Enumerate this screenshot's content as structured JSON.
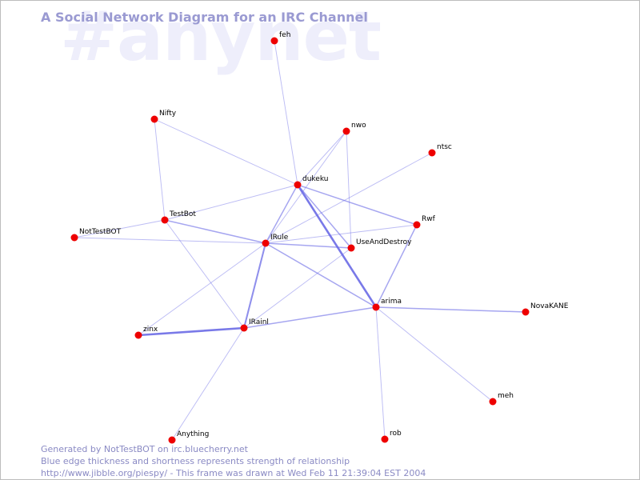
{
  "header": {
    "watermark": "#anynet",
    "title": "A Social Network Diagram for an IRC Channel"
  },
  "colors": {
    "edge": "#6a6ae6",
    "node": "#ee0000",
    "title": "#9a9ad2",
    "watermark": "#eeeefb",
    "footer": "#8a8ac4"
  },
  "graph": {
    "nodes": [
      {
        "id": "feh",
        "label": "feh"
      },
      {
        "id": "Nifty",
        "label": "Nifty"
      },
      {
        "id": "nwo",
        "label": "nwo"
      },
      {
        "id": "ntsc",
        "label": "ntsc"
      },
      {
        "id": "dukeku",
        "label": "dukeku"
      },
      {
        "id": "TestBot",
        "label": "TestBot"
      },
      {
        "id": "Rwf",
        "label": "Rwf"
      },
      {
        "id": "NotTestBOT",
        "label": "NotTestBOT"
      },
      {
        "id": "IRule",
        "label": "IRule"
      },
      {
        "id": "UseAndDestroy",
        "label": "UseAndDestroy"
      },
      {
        "id": "arima",
        "label": "arima"
      },
      {
        "id": "NovaKANE",
        "label": "NovaKANE"
      },
      {
        "id": "zinx",
        "label": "zinx"
      },
      {
        "id": "IRainl",
        "label": "IRainl"
      },
      {
        "id": "meh",
        "label": "meh"
      },
      {
        "id": "Anything",
        "label": "Anything"
      },
      {
        "id": "rob",
        "label": "rob"
      }
    ],
    "edges": [
      {
        "source": "feh",
        "target": "dukeku",
        "strength": 1
      },
      {
        "source": "Nifty",
        "target": "dukeku",
        "strength": 1
      },
      {
        "source": "Nifty",
        "target": "TestBot",
        "strength": 1
      },
      {
        "source": "nwo",
        "target": "dukeku",
        "strength": 1
      },
      {
        "source": "nwo",
        "target": "IRule",
        "strength": 1
      },
      {
        "source": "nwo",
        "target": "UseAndDestroy",
        "strength": 1
      },
      {
        "source": "ntsc",
        "target": "IRule",
        "strength": 1
      },
      {
        "source": "dukeku",
        "target": "TestBot",
        "strength": 1
      },
      {
        "source": "dukeku",
        "target": "IRule",
        "strength": 2
      },
      {
        "source": "dukeku",
        "target": "Rwf",
        "strength": 2
      },
      {
        "source": "dukeku",
        "target": "UseAndDestroy",
        "strength": 2
      },
      {
        "source": "dukeku",
        "target": "arima",
        "strength": 4
      },
      {
        "source": "TestBot",
        "target": "NotTestBOT",
        "strength": 1
      },
      {
        "source": "TestBot",
        "target": "IRule",
        "strength": 2
      },
      {
        "source": "TestBot",
        "target": "IRainl",
        "strength": 1
      },
      {
        "source": "NotTestBOT",
        "target": "IRule",
        "strength": 1
      },
      {
        "source": "IRule",
        "target": "UseAndDestroy",
        "strength": 2
      },
      {
        "source": "IRule",
        "target": "Rwf",
        "strength": 1
      },
      {
        "source": "IRule",
        "target": "arima",
        "strength": 2
      },
      {
        "source": "IRule",
        "target": "IRainl",
        "strength": 3
      },
      {
        "source": "IRule",
        "target": "zinx",
        "strength": 1
      },
      {
        "source": "Rwf",
        "target": "arima",
        "strength": 2
      },
      {
        "source": "UseAndDestroy",
        "target": "IRainl",
        "strength": 1
      },
      {
        "source": "arima",
        "target": "IRainl",
        "strength": 2
      },
      {
        "source": "arima",
        "target": "NovaKANE",
        "strength": 2
      },
      {
        "source": "arima",
        "target": "meh",
        "strength": 1
      },
      {
        "source": "arima",
        "target": "rob",
        "strength": 1
      },
      {
        "source": "zinx",
        "target": "IRainl",
        "strength": 4
      },
      {
        "source": "IRainl",
        "target": "Anything",
        "strength": 1
      }
    ]
  },
  "footer": {
    "line1": "Generated by NotTestBOT on irc.bluecherry.net",
    "line2": "Blue edge thickness and shortness represents strength of relationship",
    "line3": "http://www.jibble.org/piespy/ - This frame was drawn at Wed Feb 11 21:39:04 EST 2004"
  }
}
